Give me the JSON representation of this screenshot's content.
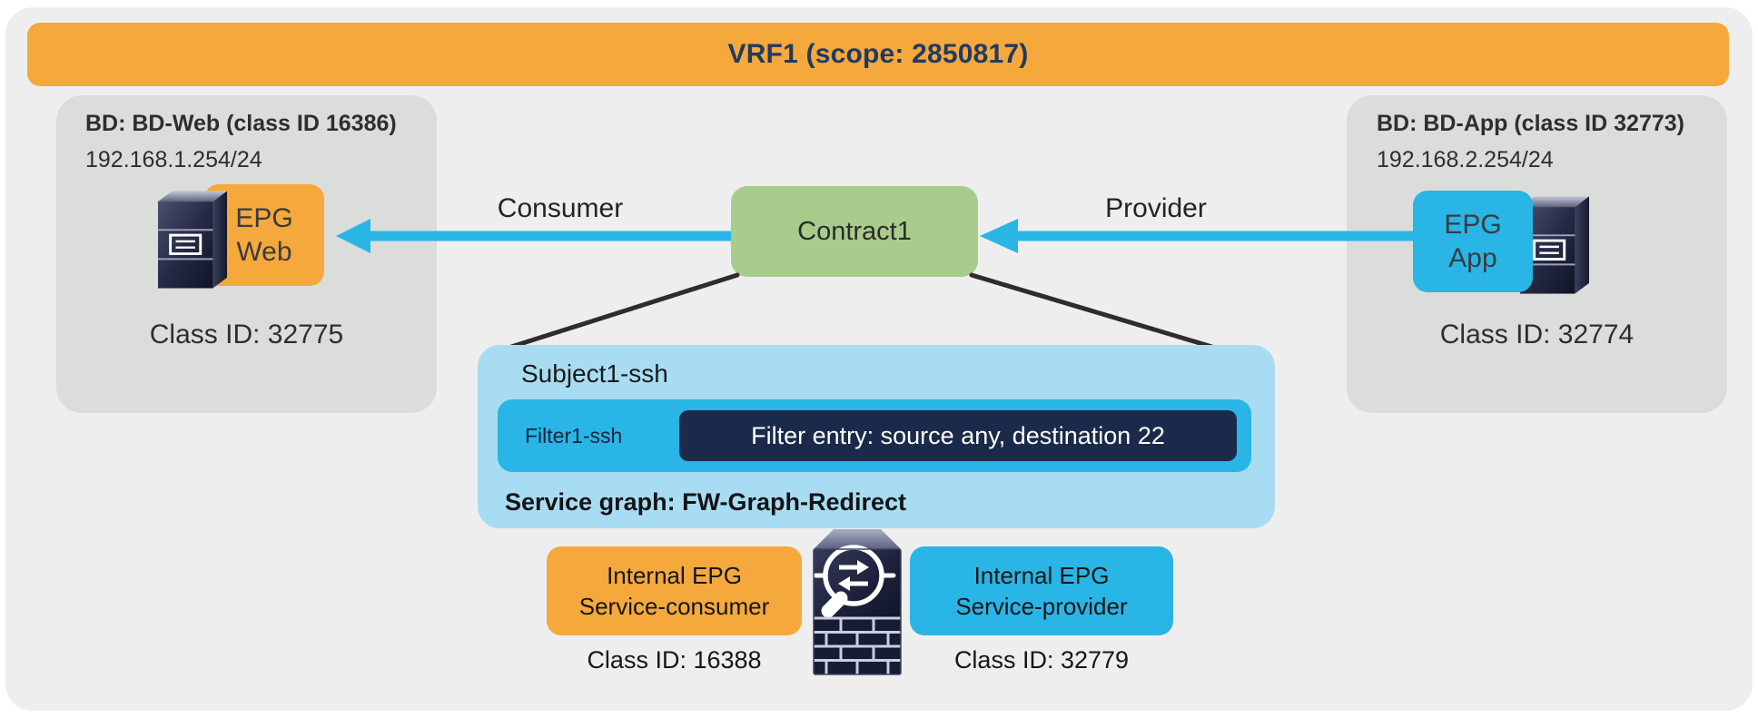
{
  "banner": {
    "title": "VRF1 (scope: 2850817)"
  },
  "bd_web": {
    "title": "BD: BD-Web (class ID 16386)",
    "subnet": "192.168.1.254/24",
    "epg_name": "EPG\nWeb",
    "class_id": "Class ID: 32775"
  },
  "bd_app": {
    "title": "BD: BD-App (class ID 32773)",
    "subnet": "192.168.2.254/24",
    "epg_name": "EPG\nApp",
    "class_id": "Class ID: 32774"
  },
  "contract": {
    "name": "Contract1",
    "consumer_label": "Consumer",
    "provider_label": "Provider"
  },
  "subject": {
    "name": "Subject1-ssh",
    "filter_name": "Filter1-ssh",
    "filter_entry": "Filter entry: source any, destination 22",
    "service_graph": "Service graph: FW-Graph-Redirect"
  },
  "service_nodes": {
    "consumer_epg": {
      "name": "Internal EPG\nService-consumer",
      "class_id": "Class ID: 16388"
    },
    "provider_epg": {
      "name": "Internal EPG\nService-provider",
      "class_id": "Class ID: 32779"
    }
  },
  "icons": {
    "web_server": "server-icon",
    "app_server": "server-icon",
    "firewall": "firewall-inspection-icon"
  },
  "colors": {
    "orange": "#f5a83c",
    "green": "#a7cc8c",
    "cyan": "#29b5e5",
    "light_blue": "#a8dcf2",
    "navy": "#1b2a4a",
    "banner_text": "#1f3b63",
    "panel_gray": "#efeeef",
    "bd_gray": "#dbddda",
    "line_black": "#2d2d2d"
  }
}
